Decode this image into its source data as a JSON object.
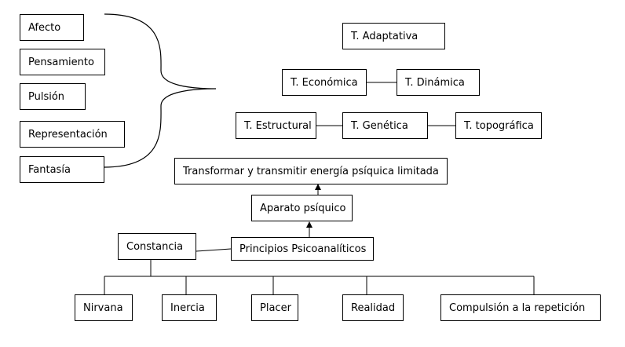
{
  "left_column": {
    "afecto": "Afecto",
    "pensamiento": "Pensamiento",
    "pulsion": "Pulsión",
    "representacion": "Representación",
    "fantasia": "Fantasía"
  },
  "theories": {
    "adaptativa": "T. Adaptativa",
    "economica": "T. Económica",
    "dinamica": "T. Dinámica",
    "estructural": "T. Estructural",
    "genetica": "T. Genética",
    "topografica": "T. topográfica"
  },
  "center": {
    "transformar": "Transformar y transmitir energía psíquica limitada",
    "aparato": "Aparato psíquico",
    "principios": "Principios Psicoanalíticos",
    "constancia": "Constancia"
  },
  "bottom_row": {
    "nirvana": "Nirvana",
    "inercia": "Inercia",
    "placer": "Placer",
    "realidad": "Realidad",
    "compulsion": "Compulsión a la repetición"
  },
  "colors": {
    "line": "#000000",
    "box_border": "#000000",
    "background": "#ffffff"
  }
}
